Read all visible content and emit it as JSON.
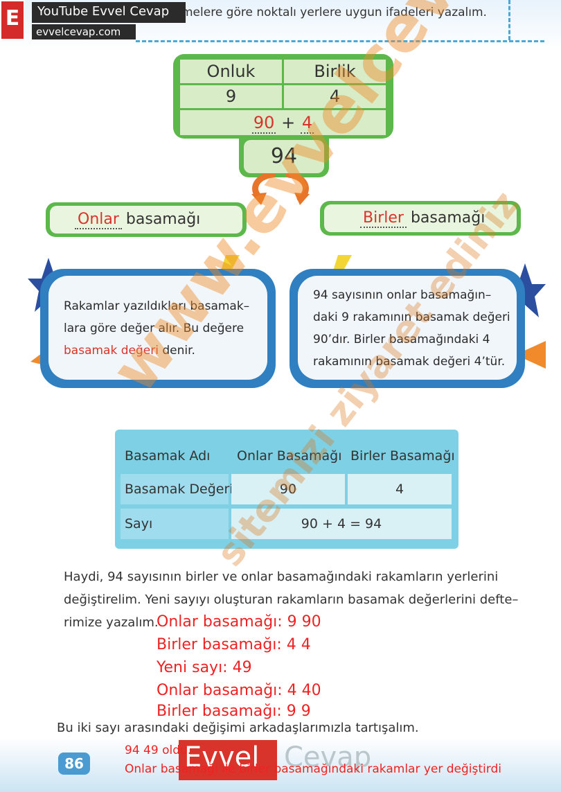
{
  "header": {
    "logo_letter": "E",
    "channel_title": "YouTube Evvel Cevap",
    "channel_site": "evvelcevap.com",
    "instruction": "melere göre noktalı yerlere uygun ifadeleri yazalım."
  },
  "number_card": {
    "col_tens": "Onluk",
    "col_ones": "Birlik",
    "tens_digit": "9",
    "ones_digit": "4",
    "tens_value": "90",
    "plus": "+",
    "ones_value": "4",
    "total": "94"
  },
  "pills": {
    "left_answer": "Onlar",
    "left_word": "basamağı",
    "right_answer": "Birler",
    "right_word": "basamağı"
  },
  "left_box": {
    "line1": "Rakamlar yazıldıkları basamak–",
    "line2": "lara göre değer alır. Bu değere",
    "highlight": "basamak değeri",
    "tail": " denir."
  },
  "right_box": {
    "line1": "94 sayısının onlar basamağın–",
    "line2": "daki 9 rakamının basamak değeri",
    "line3": "90’dır. Birler basamağındaki 4",
    "line4": "rakamının basamak değeri 4’tür."
  },
  "table": {
    "h_name": "Basamak Adı",
    "h_tens": "Onlar Basamağı",
    "h_ones": "Birler Basamağı",
    "r1_label": "Basamak Değeri",
    "r1_tens": "90",
    "r1_ones": "4",
    "r2_label": "Sayı",
    "r2_value": "90 + 4 = 94"
  },
  "paragraph": {
    "line1": "Haydi, 94 sayısının birler ve onlar basamağındaki rakamların yerlerini",
    "line2": "değiştirelim. Yeni sayıyı oluşturan rakamların basamak değerlerini defte–",
    "line3": "rimize yazalım.",
    "closing": "Bu iki sayı arasındaki değişimi arkadaşlarımızla tartışalım."
  },
  "answers": {
    "a1": "Onlar basamağı: 9 90",
    "a2": "Birler basamağı: 4 4",
    "a3": "Yeni sayı: 49",
    "a4": "Onlar basamağı: 4 40",
    "a5": "Birler basamağı: 9 9",
    "b1": "94 49 oldu.",
    "b2": "Onlar basamağı ile birler basamağındaki rakamlar yer değiştirdi"
  },
  "footer": {
    "page_number": "86",
    "brand_a": "Evvel",
    "brand_b": "Cevap"
  },
  "watermark": {
    "main": "www.evvelcevap.com",
    "sub": "sitemizi ziyaret ediniz"
  },
  "colors": {
    "green": "#5cb84a",
    "blue": "#2f7fc1",
    "red_answer": "#ee2222",
    "table_cyan": "#7ed0e4"
  }
}
